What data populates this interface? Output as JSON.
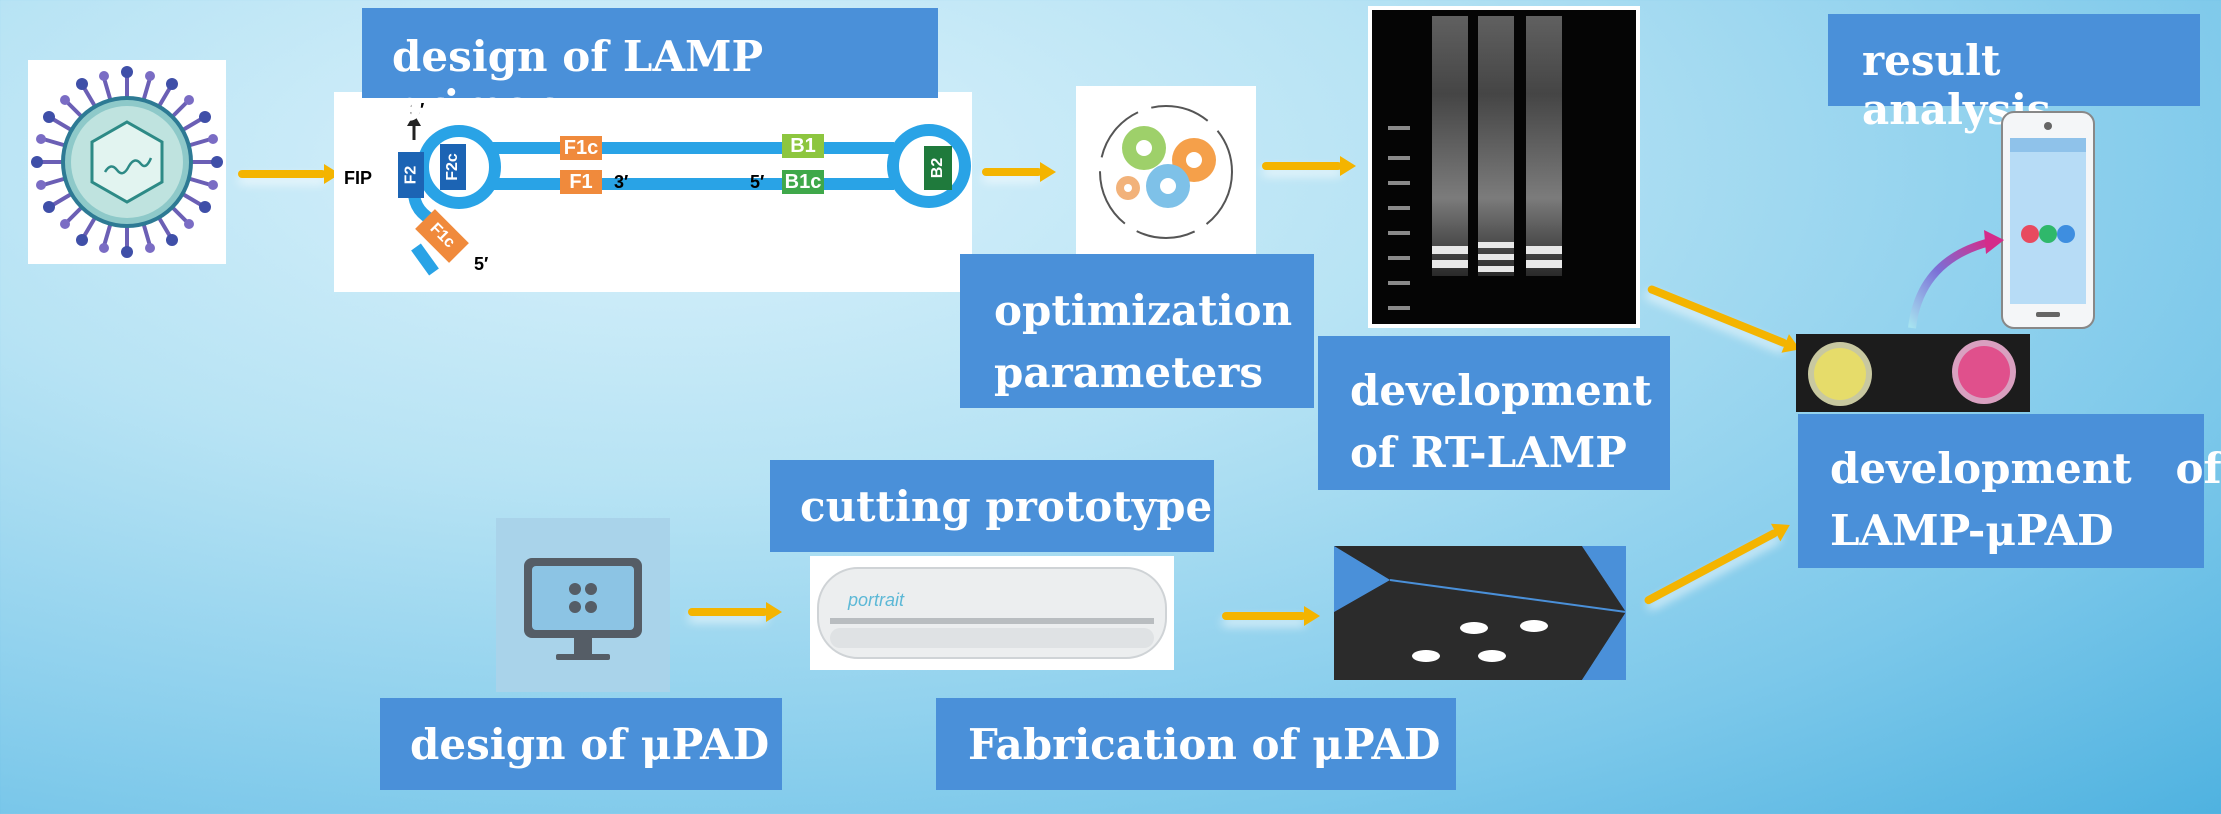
{
  "colors": {
    "label_bg": "#4a90d9",
    "arrow": "#f4b400",
    "blue_strand": "#29a3e6",
    "dark_blue": "#1c64b4",
    "orange": "#f08a3c",
    "green": "#3fa84a",
    "dark_green": "#1f7a3c"
  },
  "labels": {
    "primer_design": "design of LAMP primer",
    "optimization": [
      "optimization",
      "parameters"
    ],
    "rt_lamp": [
      "development",
      "of RT-LAMP"
    ],
    "result": "result analysis",
    "lamp_upad": [
      "development   of",
      "LAMP-μPAD"
    ],
    "cutting": "cutting prototype",
    "design_upad": "design of μPAD",
    "fabrication": "Fabrication of μPAD"
  },
  "primer": {
    "fip": "FIP",
    "three_prime": "3′",
    "five_prime": "5′",
    "f2": "F2",
    "f2c": "F2c",
    "f1c": "F1c",
    "f1": "F1",
    "b1": "B1",
    "b1c": "B1c",
    "b2": "B2"
  },
  "cutter_brand": "portrait"
}
